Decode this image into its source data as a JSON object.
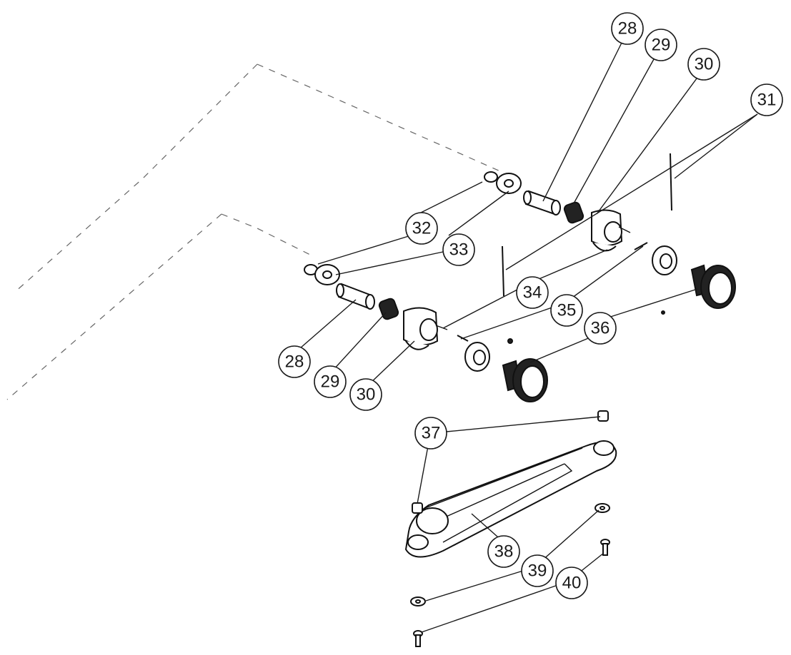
{
  "colors": {
    "line": "#1a1a1a",
    "dash": "#666666",
    "background": "#ffffff"
  },
  "balloons": [
    {
      "id": "b28a",
      "label": "28"
    },
    {
      "id": "b29a",
      "label": "29"
    },
    {
      "id": "b30a",
      "label": "30"
    },
    {
      "id": "b31",
      "label": "31"
    },
    {
      "id": "b32",
      "label": "32"
    },
    {
      "id": "b33",
      "label": "33"
    },
    {
      "id": "b34",
      "label": "34"
    },
    {
      "id": "b35",
      "label": "35"
    },
    {
      "id": "b36",
      "label": "36"
    },
    {
      "id": "b28b",
      "label": "28"
    },
    {
      "id": "b29b",
      "label": "29"
    },
    {
      "id": "b30b",
      "label": "30"
    },
    {
      "id": "b37",
      "label": "37"
    },
    {
      "id": "b38",
      "label": "38"
    },
    {
      "id": "b39",
      "label": "39"
    },
    {
      "id": "b40",
      "label": "40"
    }
  ]
}
